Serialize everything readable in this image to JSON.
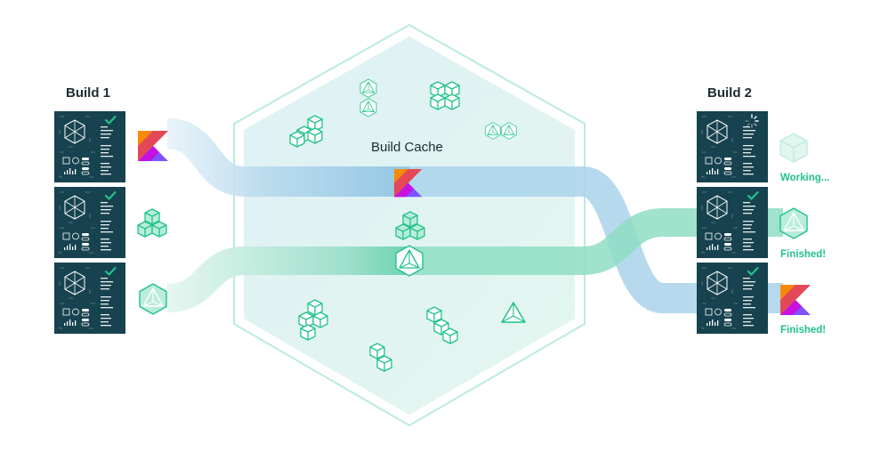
{
  "build1": {
    "title": "Build 1"
  },
  "build2": {
    "title": "Build 2"
  },
  "cache": {
    "title": "Build Cache"
  },
  "statuses": {
    "working": "Working...",
    "finished_1": "Finished!",
    "finished_2": "Finished!"
  },
  "colors": {
    "teal_dark": "#17424f",
    "green": "#20c28a",
    "blue_flow": "#9ccbe6",
    "cache_fill": "#d5eef0",
    "cache_border": "#9ee3cf"
  },
  "icons": {
    "kotlin": "kotlin-logo-icon",
    "cubes": "stacked-cubes-icon",
    "polyhedron": "polyhedron-icon",
    "check": "checkmark-icon",
    "spinner": "spinner-icon"
  }
}
